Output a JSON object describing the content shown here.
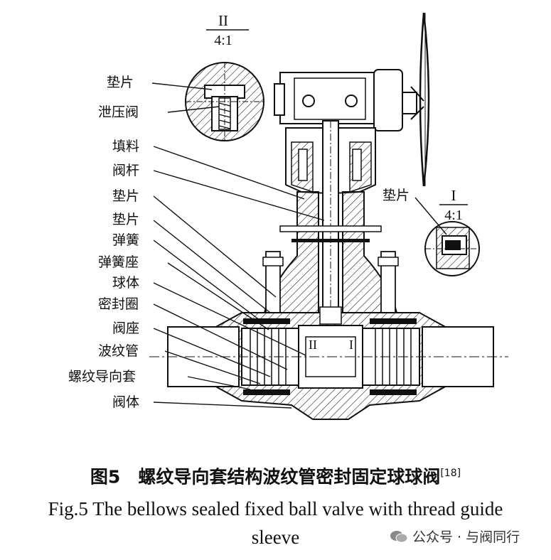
{
  "labels": {
    "gasket_1": "垫片",
    "relief_valve": "泄压阀",
    "packing": "填料",
    "stem": "阀杆",
    "gasket_2": "垫片",
    "gasket_3": "垫片",
    "spring": "弹簧",
    "spring_seat": "弹簧座",
    "ball": "球体",
    "seal_ring": "密封圈",
    "seat": "阀座",
    "bellows": "波纹管",
    "thread_guide_sleeve": "螺纹导向套",
    "body": "阀体",
    "gasket_right": "垫片"
  },
  "detail_ii": {
    "numeral": "II",
    "scale": "4:1"
  },
  "detail_i": {
    "numeral": "I",
    "scale": "4:1"
  },
  "section_marks": {
    "ii": "II",
    "i": "I"
  },
  "caption": {
    "cn": "图5　螺纹导向套结构波纹管密封固定球球阀",
    "ref": "[18]",
    "en_line1": "Fig.5  The bellows sealed fixed ball valve with thread guide",
    "en_line2": "sleeve"
  },
  "watermark": "公众号 · 与阀同行"
}
